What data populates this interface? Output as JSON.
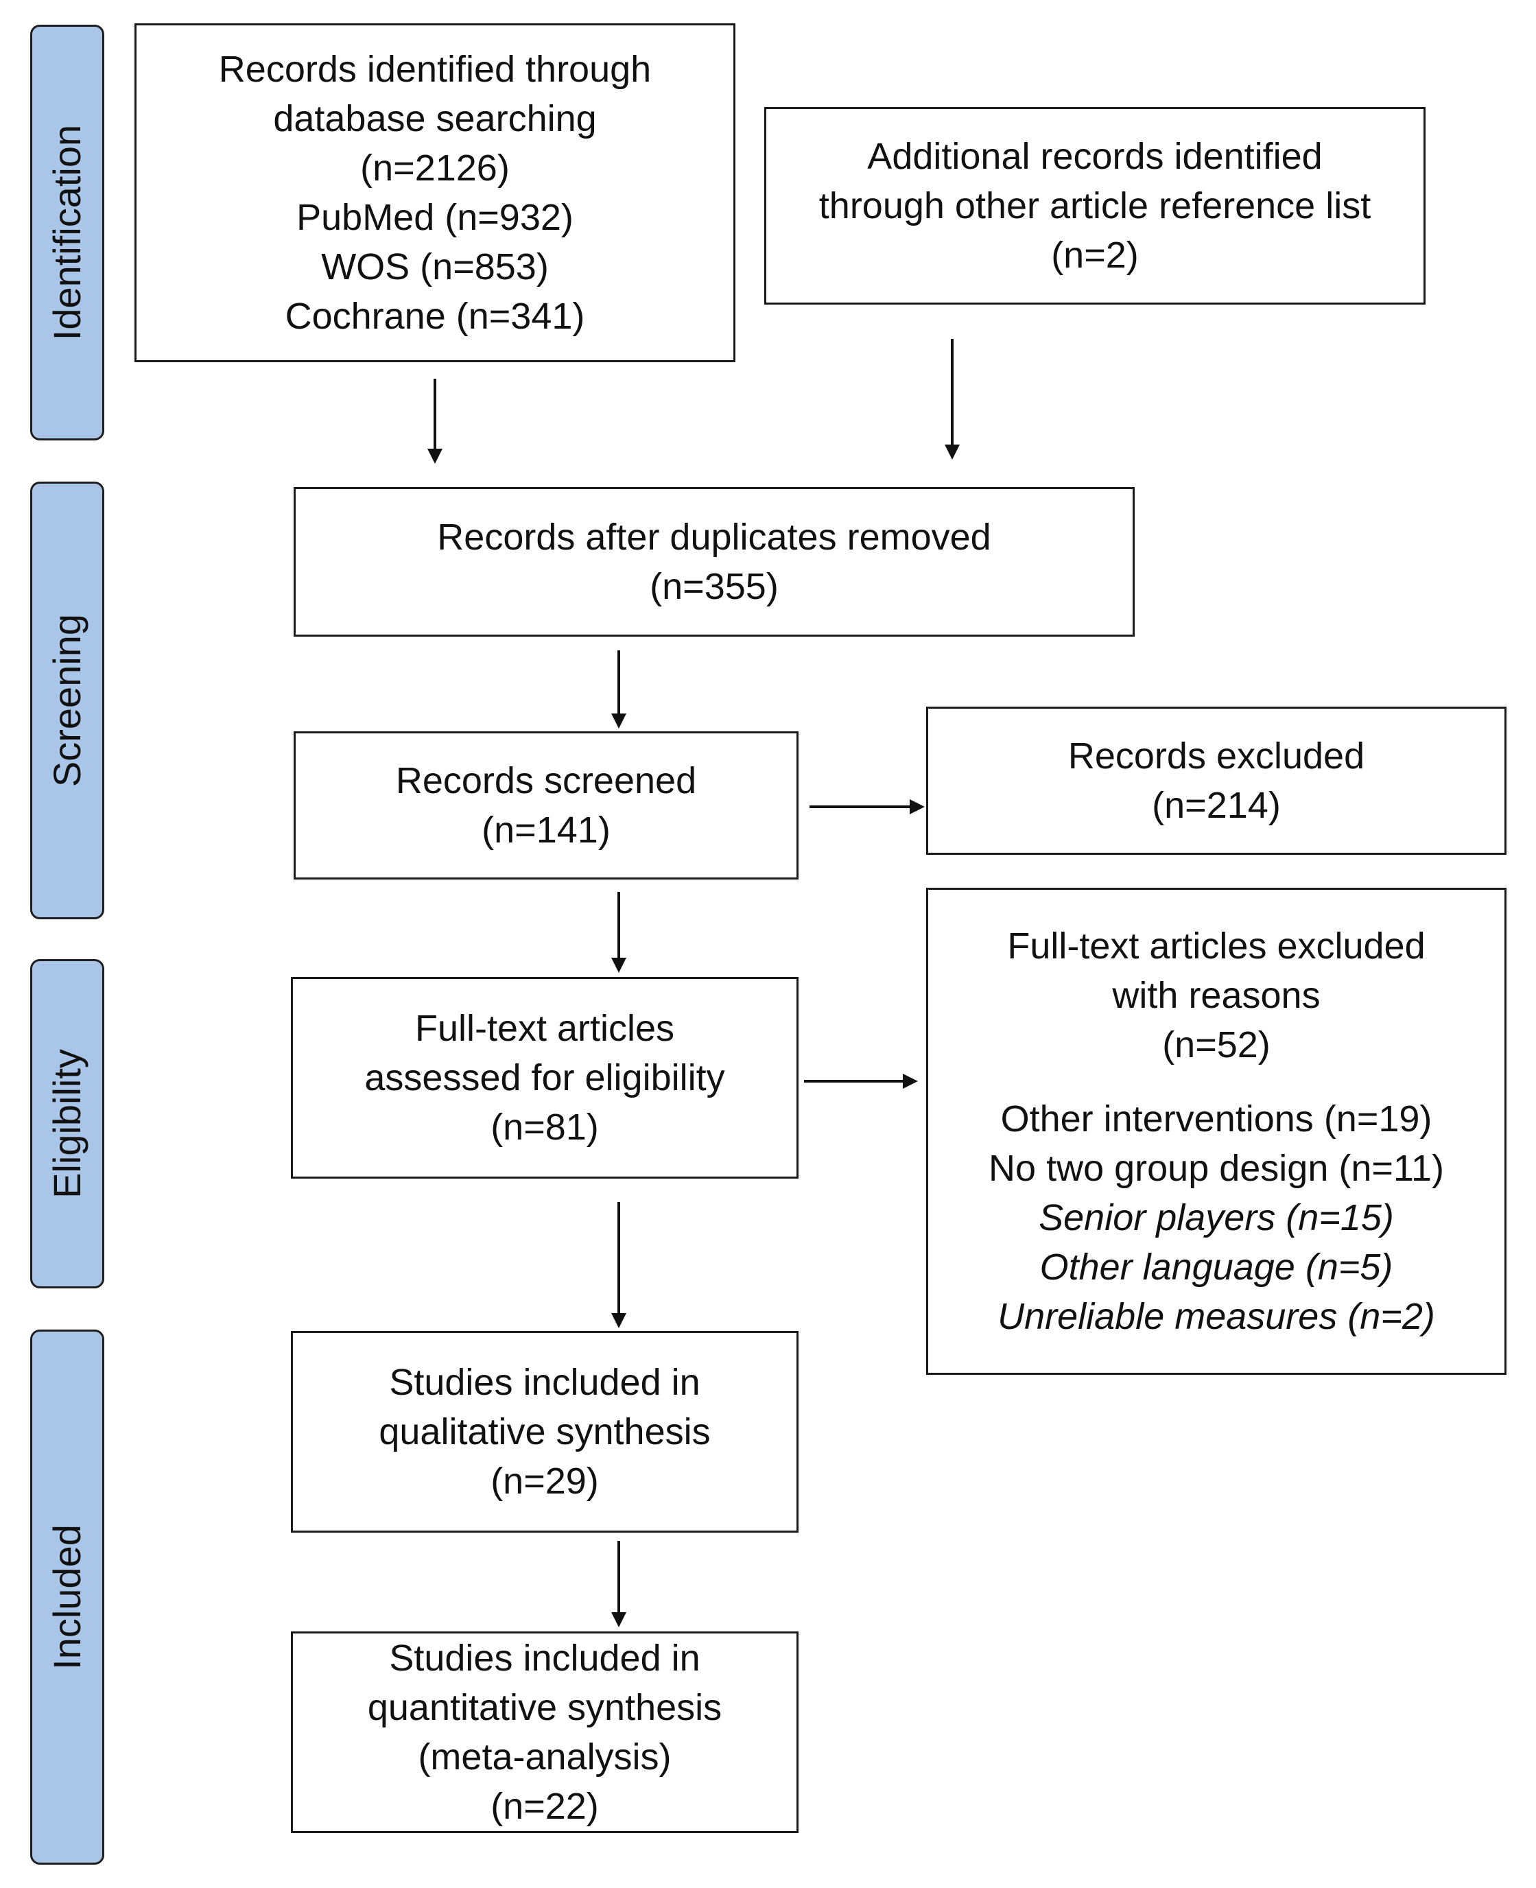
{
  "phases": {
    "identification": "Identification",
    "screening": "Screening",
    "eligibility": "Eligibility",
    "included": "Included"
  },
  "boxes": {
    "database": {
      "lines": [
        "Records identified through",
        "database searching",
        "(n=2126)",
        "PubMed (n=932)",
        "WOS (n=853)",
        "Cochrane (n=341)"
      ]
    },
    "additional": {
      "lines": [
        "Additional records identified",
        "through other article reference list",
        "(n=2)"
      ]
    },
    "duplicates": {
      "lines": [
        "Records after duplicates removed",
        "(n=355)"
      ]
    },
    "screened": {
      "lines": [
        "Records screened",
        "(n=141)"
      ]
    },
    "excluded": {
      "lines": [
        "Records excluded",
        "(n=214)"
      ]
    },
    "fulltext": {
      "lines": [
        "Full-text articles",
        "assessed for eligibility",
        "(n=81)"
      ]
    },
    "fulltext_excluded": {
      "header": [
        "Full-text articles excluded",
        "with reasons",
        "(n=52)"
      ],
      "reasons": [
        "Other interventions (n=19)",
        "No two group design (n=11)"
      ],
      "reasons_italic": [
        "Senior players (n=15)",
        "Other language (n=5)",
        "Unreliable measures (n=2)"
      ]
    },
    "qualitative": {
      "lines": [
        "Studies included in",
        "qualitative synthesis",
        "(n=29)"
      ]
    },
    "quantitative": {
      "lines": [
        "Studies included in",
        "quantitative synthesis",
        "(meta-analysis)",
        "(n=22)"
      ]
    }
  },
  "colors": {
    "phase_fill": "#a9c6e8",
    "border": "#1a1a1a"
  }
}
